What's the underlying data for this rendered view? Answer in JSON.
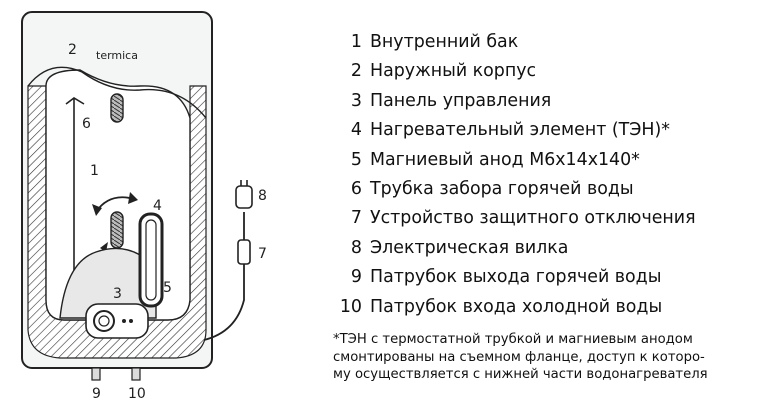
{
  "diagram": {
    "brand": "termica",
    "callouts": {
      "c1": "1",
      "c2": "2",
      "c3": "3",
      "c4": "4",
      "c5": "5",
      "c6": "6",
      "c7": "7",
      "c8": "8",
      "c9": "9",
      "c10": "10"
    }
  },
  "legend": [
    {
      "num": "1",
      "text": "Внутренний бак"
    },
    {
      "num": "2",
      "text": "Наружный корпус"
    },
    {
      "num": "3",
      "text": "Панель управления"
    },
    {
      "num": "4",
      "text": "Нагревательный элемент (ТЭН)*"
    },
    {
      "num": "5",
      "text": "Магниевый анод М6х14х140*"
    },
    {
      "num": "6",
      "text": "Трубка забора горячей воды"
    },
    {
      "num": "7",
      "text": "Устройство защитного отключения"
    },
    {
      "num": "8",
      "text": "Электрическая вилка"
    },
    {
      "num": "9",
      "text": "Патрубок выхода горячей воды"
    },
    {
      "num": "10",
      "text": "Патрубок входа холодной воды"
    }
  ],
  "footnote": {
    "line1": "*ТЭН с термостатной трубкой и магниевым анодом",
    "line2": "смонтированы на съемном фланце, доступ к которо-",
    "line3": "му осуществляется с нижней части водонагревателя"
  }
}
